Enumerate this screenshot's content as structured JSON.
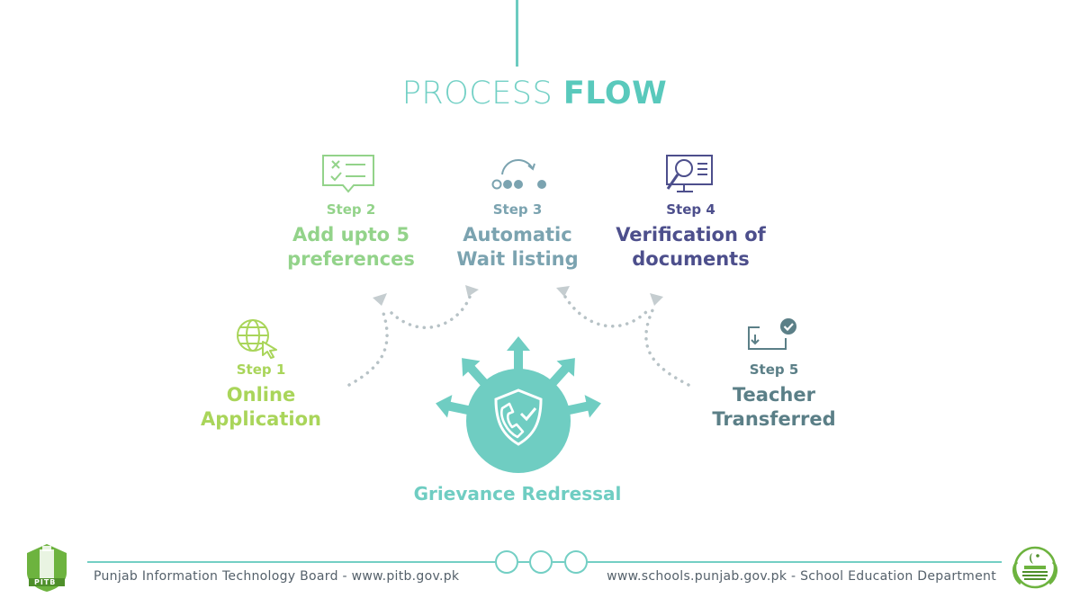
{
  "title": {
    "light": "PROCESS ",
    "bold": "FLOW"
  },
  "steps": [
    {
      "label": "Step 1",
      "name_line1": "Online",
      "name_line2": "Application",
      "icon": "globe-cursor-icon",
      "color": "#a9d55a"
    },
    {
      "label": "Step 2",
      "name_line1": "Add upto 5",
      "name_line2": "preferences",
      "icon": "checklist-chat-icon",
      "color": "#93d38a"
    },
    {
      "label": "Step 3",
      "name_line1": "Automatic",
      "name_line2": "Wait listing",
      "icon": "loading-dots-icon",
      "color": "#7ba3b0"
    },
    {
      "label": "Step 4",
      "name_line1": "Verification of",
      "name_line2": "documents",
      "icon": "document-search-icon",
      "color": "#4d4f8c"
    },
    {
      "label": "Step 5",
      "name_line1": "Teacher",
      "name_line2": "Transferred",
      "icon": "transfer-check-icon",
      "color": "#5b7f87"
    }
  ],
  "center": {
    "label": "Grievance Redressal",
    "icon": "phone-shield-icon",
    "color": "#6fcdc2"
  },
  "footer": {
    "left_text": "Punjab Information Technology Board - www.pitb.gov.pk",
    "right_text": "www.schools.punjab.gov.pk - School Education Department",
    "left_logo_text": "PITB"
  }
}
